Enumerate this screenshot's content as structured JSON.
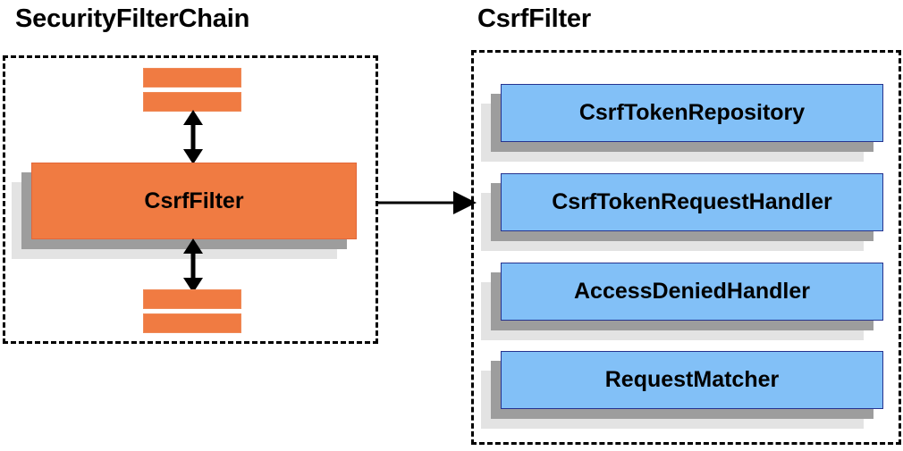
{
  "diagram": {
    "title_left": "SecurityFilterChain",
    "title_right": "CsrfFilter",
    "colors": {
      "orange_fill": "#F07B42",
      "orange_border": "#EF8A58",
      "blue_fill": "#82C0F7",
      "blue_border": "#26338F",
      "shadow_dark": "#9D9D9D",
      "shadow_light": "#E3E3E3",
      "outline": "#000000",
      "background": "#FFFFFF"
    },
    "left_panel": {
      "title": "SecurityFilterChain",
      "main_filter": {
        "label": "CsrfFilter"
      },
      "bars_above": [
        {
          "name": "filter-bar-above-1"
        },
        {
          "name": "filter-bar-above-2"
        }
      ],
      "bars_below": [
        {
          "name": "filter-bar-below-1"
        },
        {
          "name": "filter-bar-below-2"
        }
      ],
      "arrows": [
        {
          "name": "arrow-up-double",
          "direction": "bidirectional",
          "orientation": "vertical"
        },
        {
          "name": "arrow-down-double",
          "direction": "bidirectional",
          "orientation": "vertical"
        }
      ]
    },
    "connector": {
      "name": "arrow-left-to-right",
      "direction": "right",
      "orientation": "horizontal"
    },
    "right_panel": {
      "title": "CsrfFilter",
      "collaborators": [
        {
          "label": "CsrfTokenRepository"
        },
        {
          "label": "CsrfTokenRequestHandler"
        },
        {
          "label": "AccessDeniedHandler"
        },
        {
          "label": "RequestMatcher"
        }
      ]
    }
  }
}
